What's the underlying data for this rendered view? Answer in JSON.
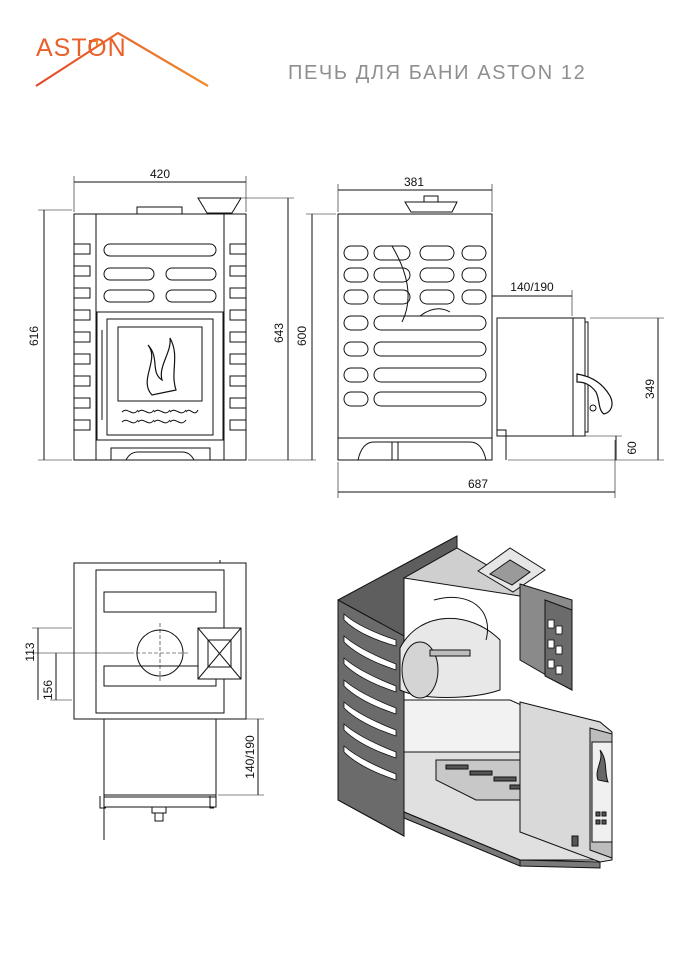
{
  "header": {
    "logo_text": "ASTON",
    "title": "ПЕЧЬ ДЛЯ БАНИ ASTON 12"
  },
  "dimensions": {
    "front_width": "420",
    "front_height": "616",
    "total_height": "643",
    "body_height": "600",
    "side_depth": "381",
    "tunnel_length": "140/190",
    "tunnel_height": "349",
    "tunnel_bottom": "60",
    "total_length": "687",
    "top_offset_1": "113",
    "top_offset_2": "156",
    "top_tunnel": "140/190"
  },
  "colors": {
    "logo": "#e8602a",
    "title": "#8f8f8f",
    "line": "#111111",
    "fill_dark": "#5a5a5a",
    "fill_light": "#d9d9d9"
  }
}
